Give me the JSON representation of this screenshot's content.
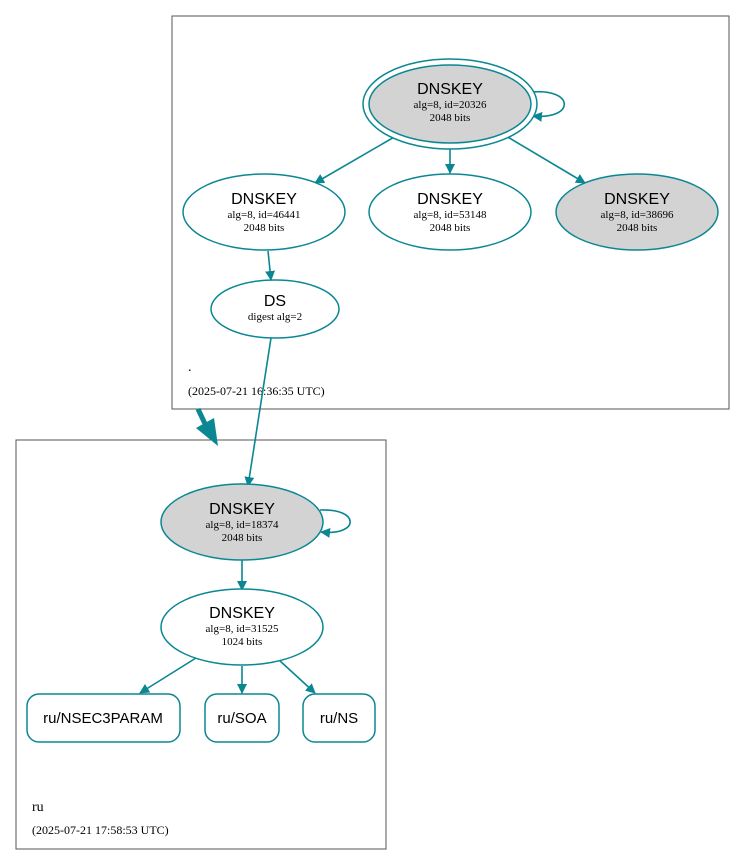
{
  "colors": {
    "edge": "#0a8793",
    "node_stroke": "#0a8793",
    "sep_fill": "#d3d3d3",
    "node_fill": "#ffffff",
    "zone_border": "#555555"
  },
  "zones": {
    "root": {
      "name": ".",
      "timestamp": "(2025-07-21 16:36:35 UTC)"
    },
    "ru": {
      "name": "ru",
      "timestamp": "(2025-07-21 17:58:53 UTC)"
    }
  },
  "nodes": {
    "root_ksk": {
      "type": "DNSKEY",
      "line1": "alg=8, id=20326",
      "line2": "2048 bits"
    },
    "root_zsk1": {
      "type": "DNSKEY",
      "line1": "alg=8, id=46441",
      "line2": "2048 bits"
    },
    "root_zsk2": {
      "type": "DNSKEY",
      "line1": "alg=8, id=53148",
      "line2": "2048 bits"
    },
    "root_sep2": {
      "type": "DNSKEY",
      "line1": "alg=8, id=38696",
      "line2": "2048 bits"
    },
    "root_ds": {
      "type": "DS",
      "line1": "digest alg=2"
    },
    "ru_ksk": {
      "type": "DNSKEY",
      "line1": "alg=8, id=18374",
      "line2": "2048 bits"
    },
    "ru_zsk": {
      "type": "DNSKEY",
      "line1": "alg=8, id=31525",
      "line2": "1024 bits"
    }
  },
  "rrsets": {
    "nsec3param": "ru/NSEC3PARAM",
    "soa": "ru/SOA",
    "ns": "ru/NS"
  }
}
